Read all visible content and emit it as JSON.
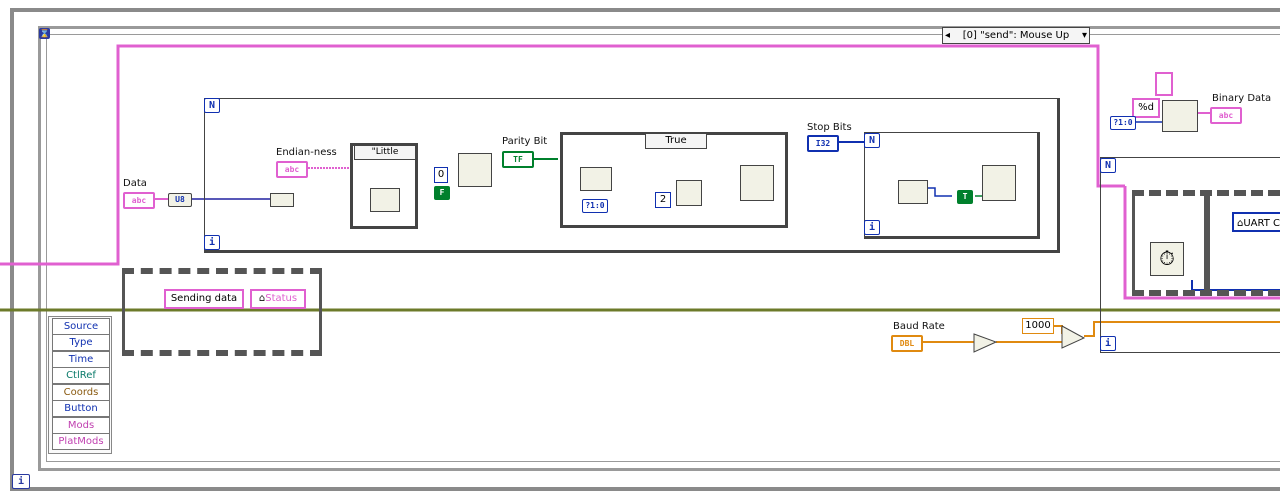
{
  "event_case": {
    "selector": "[0] \"send\": Mouse Up"
  },
  "case_structure": {
    "selector": "True"
  },
  "endianness_case": {
    "selector": "\"Little"
  },
  "terminals": {
    "n": "N",
    "i": "i",
    "loop_counter": "i",
    "event_icon": "⌛"
  },
  "labels": {
    "data": "Data",
    "endianness": "Endian-ness",
    "parity_bit": "Parity Bit",
    "stop_bits": "Stop Bits",
    "binary_data": "Binary Data",
    "baud_rate": "Baud Rate"
  },
  "indicators": {
    "data_type": "abc",
    "endian_type": "abc",
    "parity_type": "TF",
    "stop_type": "I32",
    "binary_type": "abc",
    "baud_type": "DBL",
    "u8_type": "U8"
  },
  "constants": {
    "zero": "0",
    "false_const": "F",
    "two": "2",
    "format": "%d",
    "thousand": "1000",
    "sending_data": "Sending data",
    "status_ref": "Status",
    "uart_ref": "UART C",
    "array_tag1": "?1:0",
    "array_tag2": "?1:0",
    "true_const": "T"
  },
  "event_data": [
    "Source",
    "Type",
    "Time",
    "CtlRef",
    "Coords",
    "Button",
    "Mods",
    "PlatMods"
  ],
  "colors": {
    "string_wire": "#e060d0",
    "bool_wire": "#6c7a2a",
    "num_wire": "#2020a0",
    "dbl_wire": "#e08a10",
    "int_wire": "#1030b0",
    "bool_green": "#00802c"
  }
}
